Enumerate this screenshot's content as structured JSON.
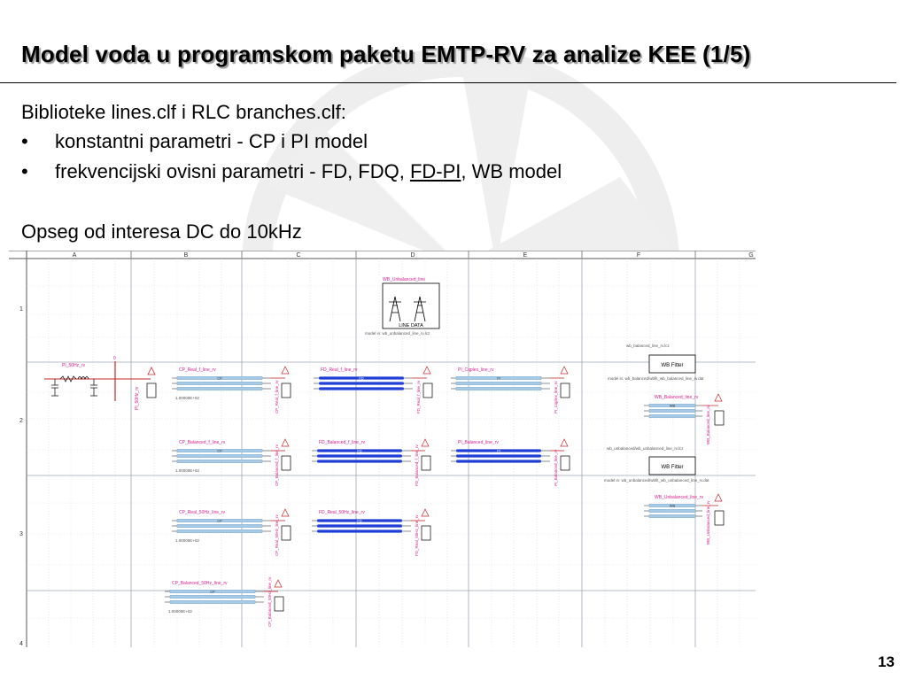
{
  "slide": {
    "title": "Model voda u programskom paketu EMTP-RV za analize KEE (1/5)",
    "intro": "Biblioteke lines.clf i RLC branches.clf:",
    "bullets": [
      {
        "mark": "•",
        "text": "konstantni parametri - CP i PI model"
      },
      {
        "mark": "•",
        "text_before": "frekvencijski ovisni parametri - FD, FDQ, ",
        "link": "FD-PI",
        "text_after": ", WB model"
      }
    ],
    "range": "Opseg od interesa DC do 10kHz",
    "page_number": "13"
  },
  "schematic": {
    "columns": [
      "A",
      "B",
      "C",
      "D",
      "E",
      "F",
      "G"
    ],
    "rows": [
      "1",
      "2",
      "3",
      "4"
    ],
    "line_data": {
      "name": "WB_Unbalanced_line",
      "label": "LINE DATA",
      "model": "model in: wb_unbalanced_line_rv.lcz"
    },
    "source": {
      "name": "PI_50Hz_rv",
      "node": "0",
      "vert_label": "PI_50Hz_rv"
    },
    "blocks": [
      {
        "name": "CP_Real_f_line_rv",
        "inner": "CP",
        "value": "1.00000E+02",
        "load_label": "CP_Real_f_line_rv"
      },
      {
        "name": "FD_Real_f_line_rv",
        "inner": "FD",
        "load_label": "FD_Real_f_line_rv"
      },
      {
        "name": "PI_Cqplex_line_rv",
        "inner": "PI",
        "load_label": "PI_Cqplex_line_rv"
      },
      {
        "name": "CP_Balanced_f_line_rv",
        "inner": "CP",
        "value": "1.00000E+02",
        "load_label": "CP_Balanced_f_line_rv"
      },
      {
        "name": "FD_Balanced_f_line_rv",
        "inner": "FD",
        "load_label": "FD_Balanced_f_line_rv"
      },
      {
        "name": "PI_Balanced_line_rv",
        "inner": "PI",
        "load_label": "PI_Balanced_line_rv"
      },
      {
        "name": "CP_Real_50Hz_line_rv",
        "inner": "CP",
        "value": "1.00000E+02",
        "load_label": "CP_Real_50Hz_line_rv"
      },
      {
        "name": "FD_Real_50Hz_line_rv",
        "inner": "FD",
        "load_label": "FD_Real_50Hz_line_rv"
      },
      {
        "name": "CP_Balanced_50Hz_line_rv",
        "inner": "CP",
        "value": "1.00000E+02",
        "load_label": "CP_Balanced_50Hz_line_rv"
      }
    ],
    "wb_fitters": [
      {
        "label": "WB Fitter",
        "top": "wb_balanced_line_rv.lcz",
        "bottom": "model in: wb_balanced/wbfit_wb_balanced_line_rv.dat",
        "line": "WB_Balanced_line_rv",
        "inner": "WB",
        "load_label": "WB_Balanced_line_rv"
      },
      {
        "label": "WB Fitter",
        "top": "wb_unbalanced/wb_unbalanced_line_rv.lcz",
        "bottom": "model in: wb_unbalanced/wbfit_wb_unbalanced_line_rv.dat",
        "line": "WB_Unbalanced_line_rv",
        "inner": "WB",
        "load_label": "WB_Unbalanced_line_rv"
      }
    ]
  },
  "colors": {
    "accent_blue": "#1f3fd6",
    "light_blue": "#a7cbe6",
    "wire_red": "#c62828",
    "label_magenta": "#d81b8f",
    "grid": "#9ea7b3"
  }
}
